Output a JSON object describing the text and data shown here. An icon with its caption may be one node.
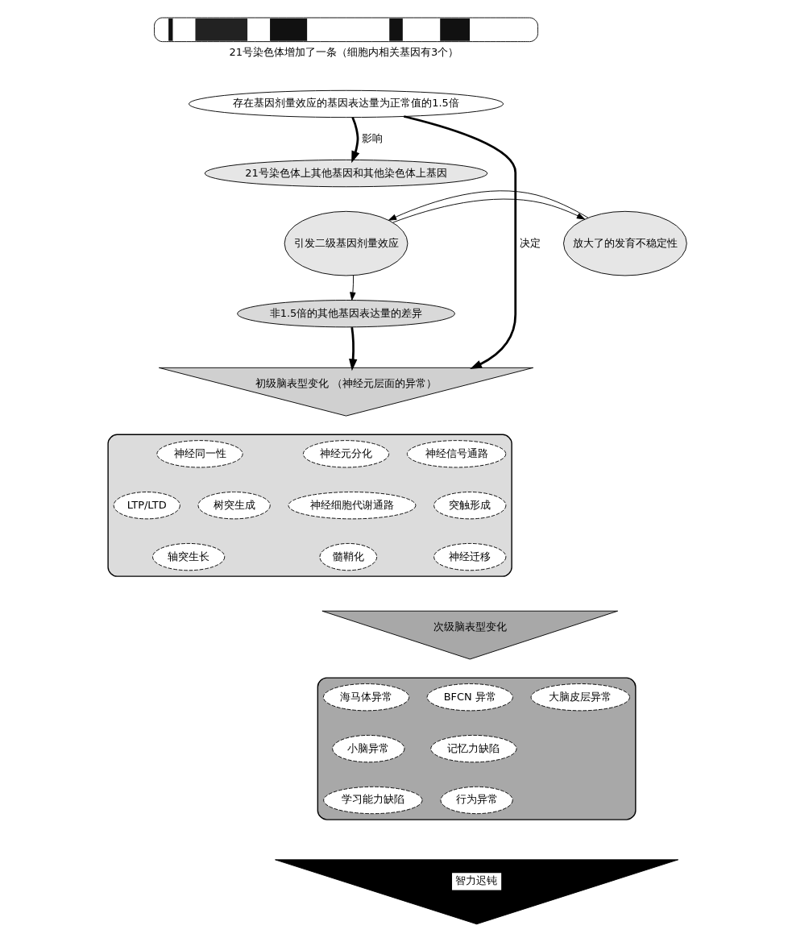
{
  "diagram": {
    "nodes": [
      {
        "text": [],
        "shape": "bar",
        "beside": [
          "21号染色体增加了一条（细胞内相关基因有3个）"
        ]
      },
      {
        "text": [
          "存在基因剂量效应的基因表达量为正常值的1.5倍"
        ]
      },
      {
        "text": [
          "21号染色体上其他基因和其他染色体上基因"
        ]
      },
      {
        "text": [
          "引发二级基因剂量效应"
        ]
      },
      {
        "text": [
          "放大了的发育不稳定性"
        ]
      },
      {
        "text": [
          "非1.5倍的其他基因表达量的差异"
        ]
      },
      {
        "text": [
          "初级脑表型变化 （神经元层面的异常）"
        ]
      },
      {
        "text": [],
        "shape": "ellipse"
      },
      {
        "text": [
          "神经信号通路"
        ],
        "in": 7
      },
      {
        "text": [
          "神经元分化"
        ],
        "in": 7
      },
      {
        "text": [
          "神经同一性"
        ],
        "in": 7
      },
      {
        "text": [
          "神经细胞代谢通路"
        ],
        "in": 7
      },
      {
        "text": [
          "树突生成"
        ],
        "in": 7
      },
      {
        "text": [
          "突触形成"
        ],
        "in": 7
      },
      {
        "text": [
          "LTP/LTD"
        ],
        "in": 7
      },
      {
        "text": [
          "髓鞘化"
        ],
        "in": 7
      },
      {
        "text": [
          "神经迁移"
        ],
        "in": 7
      },
      {
        "text": [
          "轴突生长"
        ],
        "in": 7
      },
      {
        "text": [
          "次级脑表型变化"
        ]
      },
      {
        "text": [],
        "shape": "ellipse"
      },
      {
        "text": [
          "大脑皮层异常"
        ],
        "in": 19
      },
      {
        "text": [
          "BFCN 异常"
        ],
        "in": 19
      },
      {
        "text": [
          "海马体异常"
        ],
        "in": 19
      },
      {
        "text": [
          "小脑异常"
        ],
        "in": 19
      },
      {
        "text": [
          "记忆力缺陷"
        ],
        "in": 19
      },
      {
        "text": [
          "学习能力缺陷"
        ],
        "in": 19
      },
      {
        "text": [
          "行为异常"
        ],
        "in": 19
      },
      {
        "text": [
          "智力迟钝"
        ]
      }
    ],
    "edges": [
      {
        "from": 1,
        "to": 2,
        "arrow": "to",
        "label": "影响",
        "style": "thick"
      },
      {
        "from": 1,
        "to": 6,
        "arrow": "to",
        "label": "决定",
        "style": "thick"
      },
      {
        "from": 3,
        "to": 4,
        "arrow": "to"
      },
      {
        "from": 4,
        "to": 3,
        "arrow": "to"
      },
      {
        "from": 3,
        "to": 5,
        "arrow": "to"
      },
      {
        "from": 5,
        "to": 6,
        "arrow": "to",
        "style": "thick"
      }
    ]
  }
}
